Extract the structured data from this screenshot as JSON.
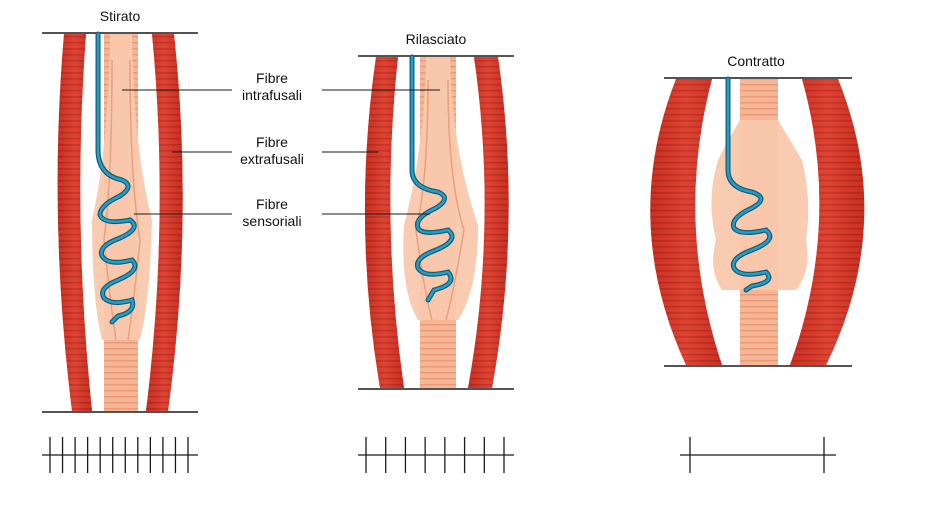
{
  "panels": [
    {
      "key": "stretched",
      "title": "Stirato",
      "spikes": 12
    },
    {
      "key": "relaxed",
      "title": "Rilasciato",
      "spikes": 8
    },
    {
      "key": "contracted",
      "title": "Contratto",
      "spikes": 2
    }
  ],
  "labels": {
    "intrafusal": {
      "line1": "Fibre",
      "line2": "intrafusali"
    },
    "extrafusal": {
      "line1": "Fibre",
      "line2": "extrafusali"
    },
    "sensory": {
      "line1": "Fibre",
      "line2": "sensoriali"
    }
  },
  "colors": {
    "extrafusal_fiber": "#d8392b",
    "extrafusal_dark": "#a11d14",
    "intrafusal_fiber": "#f6b595",
    "spindle_capsule": "#f9c9ad",
    "sensory_nerve": "#1b7ea0",
    "line": "#1a1a1a"
  }
}
